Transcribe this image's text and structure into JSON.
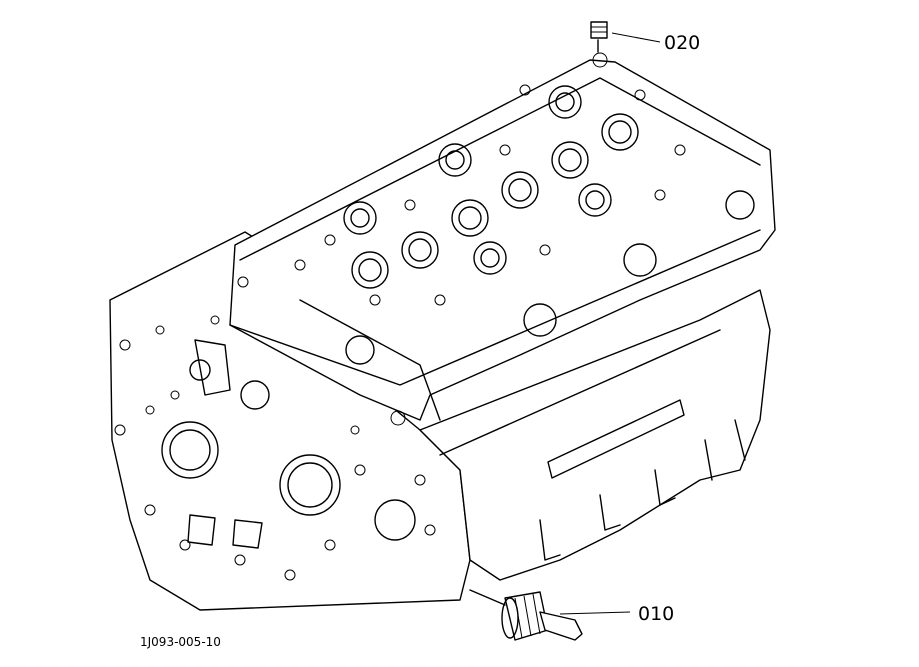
{
  "callouts": [
    {
      "id": "020",
      "label": "020"
    },
    {
      "id": "010",
      "label": "010"
    }
  ],
  "reference_code": "1J093-005-10"
}
